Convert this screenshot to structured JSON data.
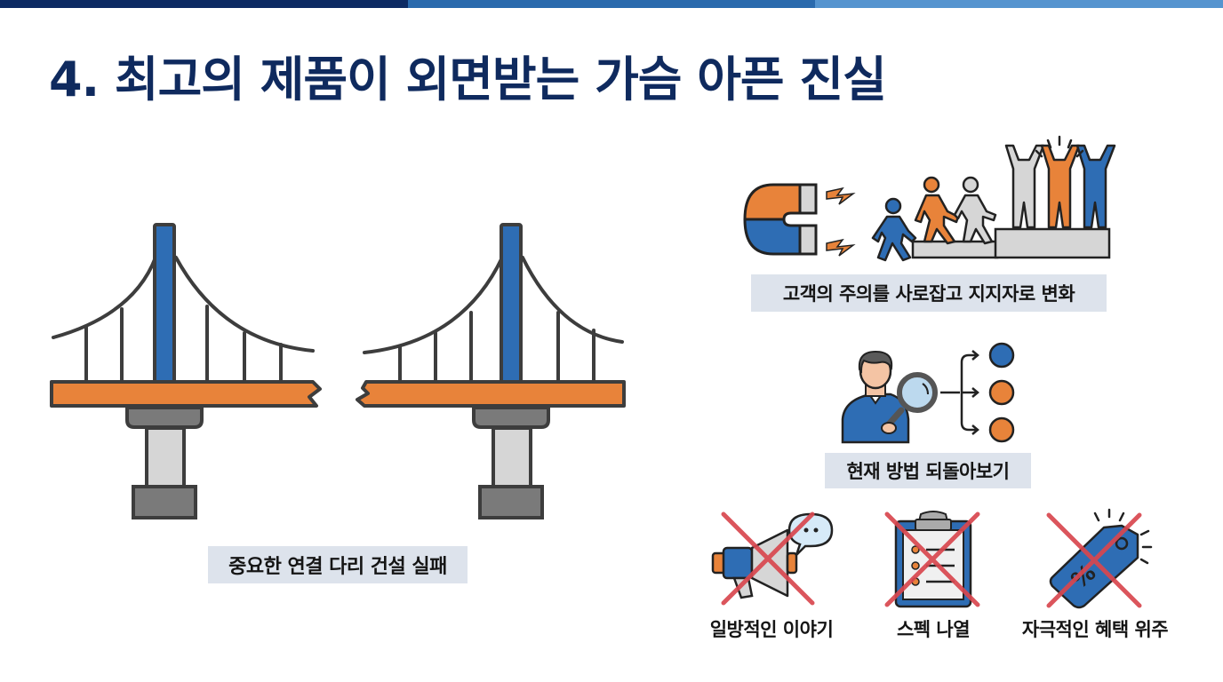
{
  "colors": {
    "bar_dark": "#0c2a63",
    "bar_mid": "#2a6aad",
    "bar_light": "#5594cf",
    "title": "#0f2a5e",
    "navy": "#0f2a5e",
    "blue": "#2e6db4",
    "orange": "#e8833a",
    "gray_light": "#d6d6d6",
    "gray_dark": "#7a7a7a",
    "outline": "#3d3d3d",
    "red_x": "#d9474f",
    "label_bg": "#dde3ec"
  },
  "header": {
    "title": "4. 최고의 제품이 외면받는 가슴 아픈 진실"
  },
  "left_panel": {
    "illustration": "broken-bridge",
    "caption": "중요한 연결 다리 건설 실패"
  },
  "right_panel": {
    "attract": {
      "illustration": "magnet-attracting-people-to-podium",
      "caption": "고객의 주의를 사로잡고 지지자로 변화"
    },
    "review": {
      "illustration": "person-with-magnifier-branching-options",
      "caption": "현재 방법 되돌아보기"
    },
    "avoid_items": [
      {
        "icon": "megaphone-crossed",
        "label": "일방적인 이야기"
      },
      {
        "icon": "clipboard-crossed",
        "label": "스펙 나열"
      },
      {
        "icon": "discount-tag-crossed",
        "label": "자극적인 혜택 위주"
      }
    ]
  }
}
